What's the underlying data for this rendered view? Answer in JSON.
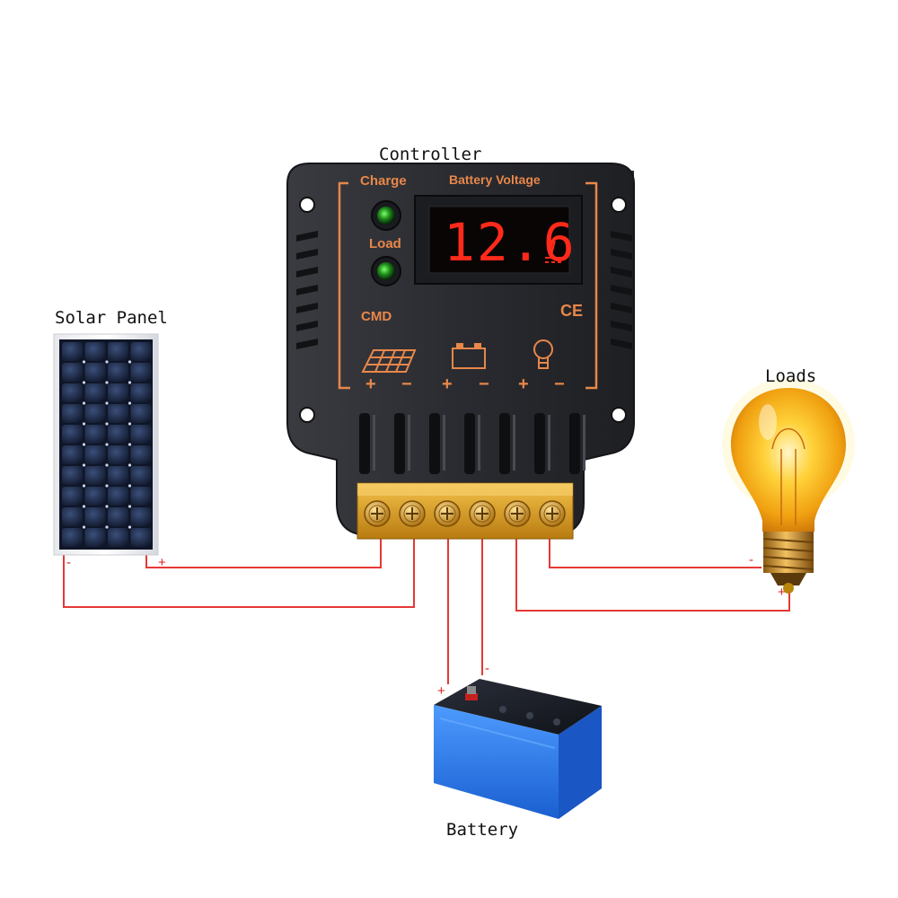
{
  "labels": {
    "controller": "Controller",
    "solar_panel": "Solar Panel",
    "loads": "Loads",
    "battery": "Battery"
  },
  "controller": {
    "charge_label": "Charge",
    "load_label": "Load",
    "cmd_label": "CMD",
    "battery_voltage_label": "Battery Voltage",
    "display_value": "12.6",
    "display_unit": "V",
    "ce_mark": "CE",
    "terminal_signs": [
      "+",
      "−",
      "+",
      "−",
      "+",
      "−"
    ]
  },
  "wire_signs": {
    "panel_negative": "-",
    "panel_positive": "+",
    "battery_positive": "+",
    "battery_negative": "-",
    "load_negative": "-",
    "load_positive": "+"
  },
  "colors": {
    "wire": "#e53935",
    "controller_body": "#2a2b30",
    "panel_accent": "#e8874a",
    "display_red": "#ff2a1a",
    "battery_blue": "#2f7de8",
    "terminal_brass": "#e0a020",
    "bulb_glow": "#ffc21a"
  },
  "icons": [
    "solar-panel-icon",
    "battery-icon",
    "bulb-icon",
    "charge-led",
    "load-led"
  ]
}
